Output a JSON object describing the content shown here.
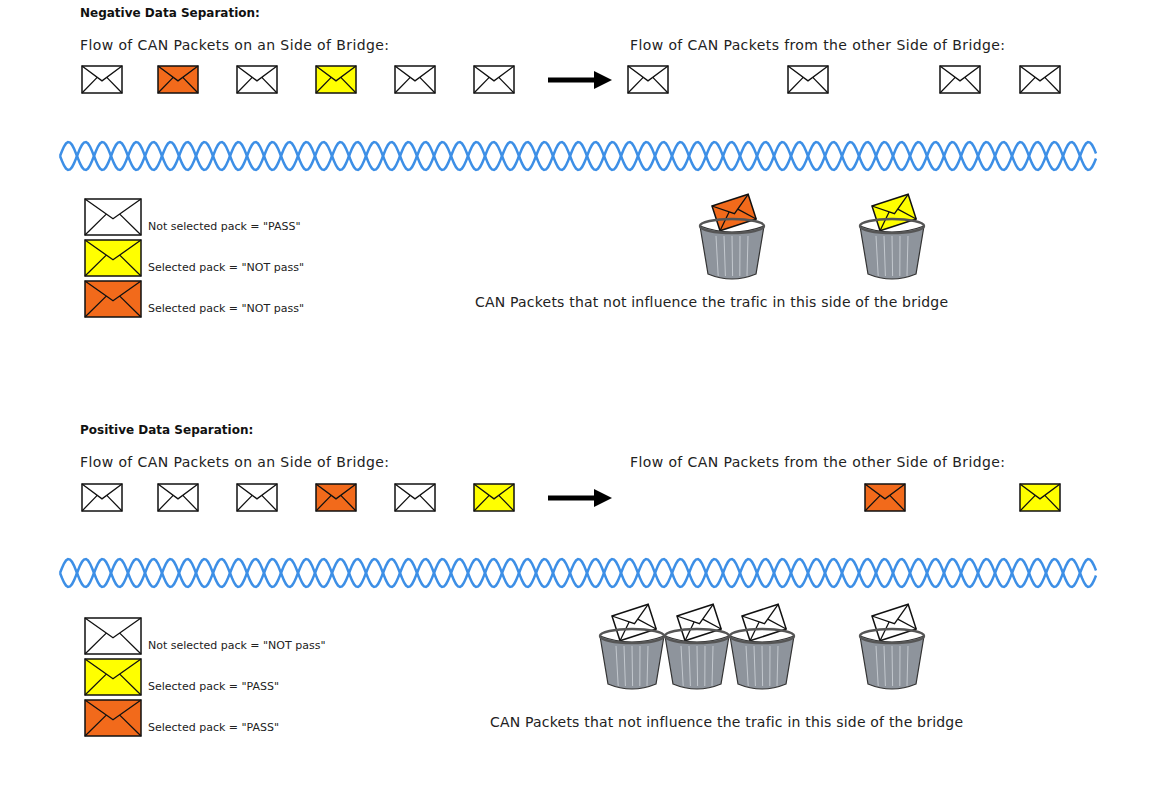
{
  "diagram": {
    "labels": [
      "Negative Data Separation:",
      "Flow of CAN Packets on an Side of Bridge:",
      "Flow of CAN Packets from the other Side of Bridge:",
      "CAN Packets that not influence the trafic in this side of the bridge",
      "Positive Data Separation:",
      "Flow of CAN Packets on an Side of Bridge:",
      "Flow of CAN Packets from the other Side of Bridge:",
      "CAN Packets that not influence the trafic in this side of the bridge"
    ],
    "legend": [
      {
        "text": "Not selected pack = \"PASS\"",
        "color": "#ffffff"
      },
      {
        "text": "Selected pack = \"NOT pass\"",
        "color": "#ffff00"
      },
      {
        "text": "Selected pack = \"NOT pass\"",
        "color": "#f26a1b"
      },
      {
        "text": "Not selected pack = \"NOT pass\"",
        "color": "#ffffff"
      },
      {
        "text": "Selected pack = \"PASS\"",
        "color": "#ffff00"
      },
      {
        "text": "Selected pack = \"PASS\"",
        "color": "#f26a1b"
      }
    ]
  }
}
